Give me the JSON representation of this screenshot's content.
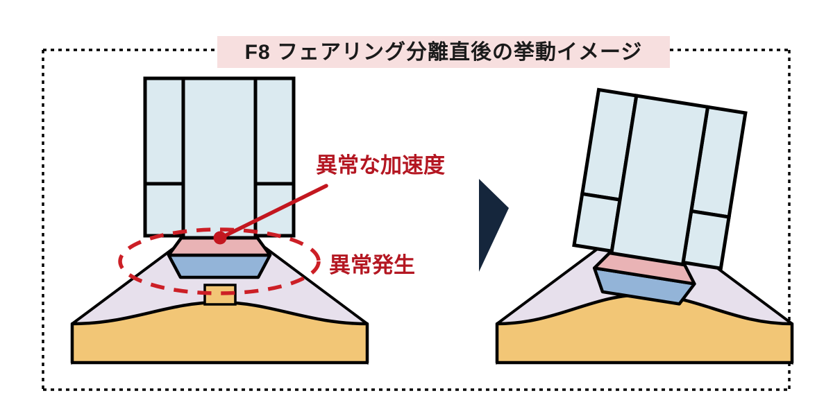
{
  "figure": {
    "title": "F8 フェアリング分離直後の挙動イメージ",
    "frame": {
      "border_style": "dotted",
      "border_color": "#000000"
    },
    "banner": {
      "background_color": "#f7dfdf"
    }
  },
  "annotations": [
    {
      "id": "abnormal-acceleration",
      "label": "異常な加速度",
      "color": "#b41722",
      "leader": "line-to-red-dot"
    },
    {
      "id": "anomaly-occurrence",
      "label": "異常発生",
      "color": "#b41722",
      "marker": "dashed-ellipse"
    }
  ],
  "stages": [
    {
      "id": "before",
      "name": "upright-rocket",
      "state": "upright",
      "tilt_degrees": 0,
      "has_anomaly_marker": true
    },
    {
      "id": "after",
      "name": "tilted-rocket",
      "state": "tilted",
      "tilt_degrees": 9,
      "has_anomaly_marker": false
    }
  ],
  "arrow": {
    "name": "transition-arrow",
    "direction": "right",
    "color": "#15263c"
  },
  "colors": {
    "panel_fill": "#dbeaf0",
    "panel_stroke": "#000000",
    "pink_band": "#e9b3b5",
    "blue_trapezoid": "#93b4d8",
    "skirt_lavender": "#e7e0ec",
    "dome_orange": "#f2c676",
    "corner_green": "#d4e2b8",
    "annotation_red": "#b41722",
    "arrow_navy": "#15263c",
    "banner_pink": "#f7dfdf"
  },
  "parts": [
    {
      "name": "fairing-panel-left",
      "fill": "#dbeaf0"
    },
    {
      "name": "fairing-panel-center",
      "fill": "#dbeaf0"
    },
    {
      "name": "fairing-panel-right",
      "fill": "#dbeaf0"
    },
    {
      "name": "interstage-pink-band",
      "fill": "#e9b3b5"
    },
    {
      "name": "engine-blue-trapezoid",
      "fill": "#93b4d8"
    },
    {
      "name": "launcher-skirt",
      "fill": "#e7e0ec"
    },
    {
      "name": "launch-dome",
      "fill": "#f2c676"
    },
    {
      "name": "corner-wedge",
      "fill": "#d4e2b8"
    },
    {
      "name": "hold-down-tab",
      "fill": "#f2c676"
    }
  ]
}
